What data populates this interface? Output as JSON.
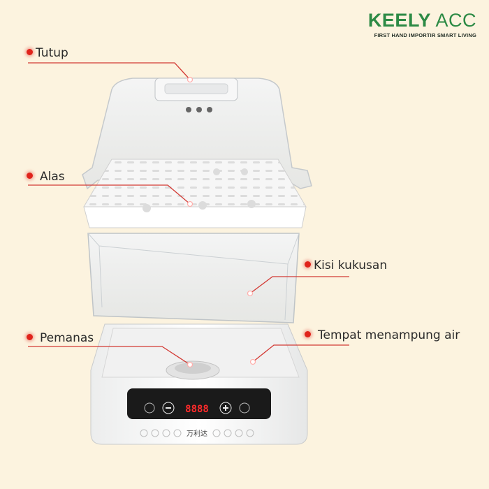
{
  "brand": {
    "name_bold": "KEELY",
    "name_light": "ACC",
    "tagline": "FIRST HAND IMPORTIR SMART LIVING",
    "color": "#2c8a45"
  },
  "labels": {
    "tutup": "Tutup",
    "alas": "Alas",
    "kisi": "Kisi kukusan",
    "pemanas": "Pemanas",
    "tempat": "Tempat menampung air"
  },
  "display": {
    "readout": "8888",
    "logo_text": "万利达"
  },
  "colors": {
    "background": "#fcf3df",
    "pointer": "#e0231b",
    "line": "#d33a34"
  }
}
